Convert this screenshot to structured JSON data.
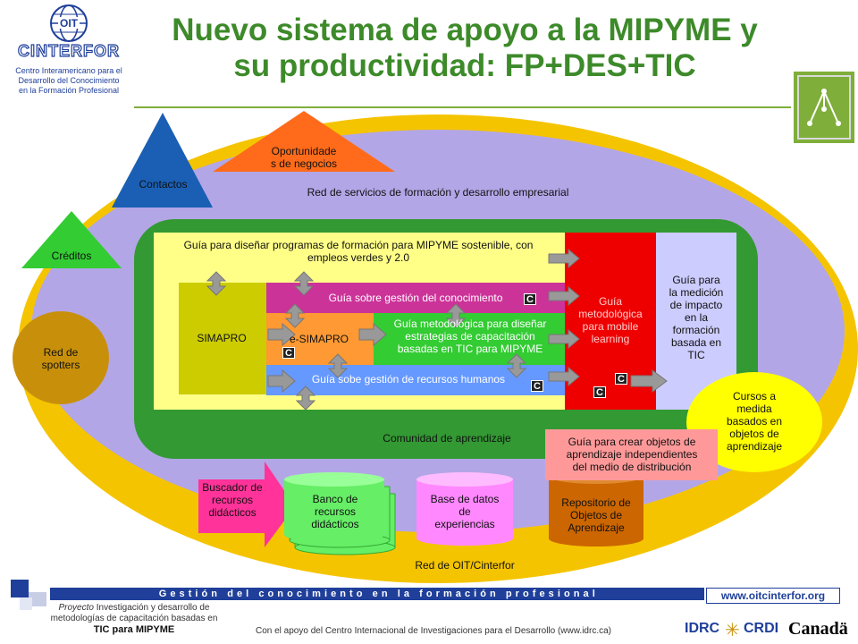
{
  "header": {
    "logo_name": "CINTERFOR",
    "logo_org": "OIT",
    "logo_subtitle_lines": [
      "Centro Interamericano para el",
      "Desarrollo del Conocimiento",
      "en la Formación Profesional"
    ],
    "title_line1": "Nuevo sistema de apoyo a la MIPYME y",
    "title_line2": "su productividad: FP+DES+TIC"
  },
  "diagram": {
    "outer_ring_label": "Red de servicios de formación y desarrollo empresarial",
    "community_label": "Comunidad de aprendizaje",
    "oit_network_label": "Red de OIT/Cinterfor",
    "contactos": "Contactos",
    "oportunidades_lines": [
      "Oportunidade",
      "s de negocios"
    ],
    "creditos": "Créditos",
    "red_spotters_lines": [
      "Red de",
      "spotters"
    ],
    "guia_disenar_lines": [
      "Guía para diseñar programas de formación para MIPYME sostenible, con",
      "empleos verdes y 2.0"
    ],
    "simapro": "SIMAPRO",
    "guia_conocimiento": "Guía sobre gestión del conocimiento",
    "esimapro": "e-SIMAPRO",
    "guia_metodologica_lines": [
      "Guía metodológica para diseñar",
      "estrategias de capacitación",
      "basadas en TIC para MIPYME"
    ],
    "guia_rrhh": "Guía sobe gestión de recursos humanos",
    "guia_mobile_lines": [
      "Guía",
      "metodológica",
      "para mobile",
      "learning"
    ],
    "guia_medicion_lines": [
      "Guía para",
      "la medición",
      "de impacto",
      "en la",
      "formación",
      "basada en",
      "TIC"
    ],
    "cursos_lines": [
      "Cursos a",
      "medida",
      "basados en",
      "objetos de",
      "aprendizaje"
    ],
    "guia_objetos_lines": [
      "Guía para crear objetos de",
      "aprendizaje independientes",
      "del medio de distribución"
    ],
    "buscador_lines": [
      "Buscador de",
      "recursos",
      "didácticos"
    ],
    "banco_lines": [
      "Banco de",
      "recursos",
      "didácticos"
    ],
    "base_datos_lines": [
      "Base de datos",
      "de",
      "experiencias"
    ],
    "repositorio_lines": [
      "Repositorio de",
      "Objetos de",
      "Aprendizaje"
    ],
    "c_badge": "C"
  },
  "footer": {
    "strip_text": "G e s t i ó n   d e l   c o n o c i m i e n t o   e n   l a   f o r m a c i ó n   p r o f e s i o n a l",
    "url": "www.oitcinterfor.org",
    "project_italic": "Proyecto",
    "project_rest": " Investigación y desarrollo de",
    "project_line2": "metodologías de capacitación basadas en",
    "project_line3": "TIC para MIPYME",
    "support": "Con el apoyo del Centro Internacional de Investigaciones para el Desarrollo (www.idrc.ca)",
    "idrc": "IDRC",
    "crdi": "CRDI",
    "canada": "Canadä"
  },
  "colors": {
    "title_green": "#3d8a2a",
    "outer_ellipse": "#f5c400",
    "outer_lilac": "#b3a6e6",
    "community_green": "#339933",
    "strip_blue": "#1f3f9a"
  }
}
